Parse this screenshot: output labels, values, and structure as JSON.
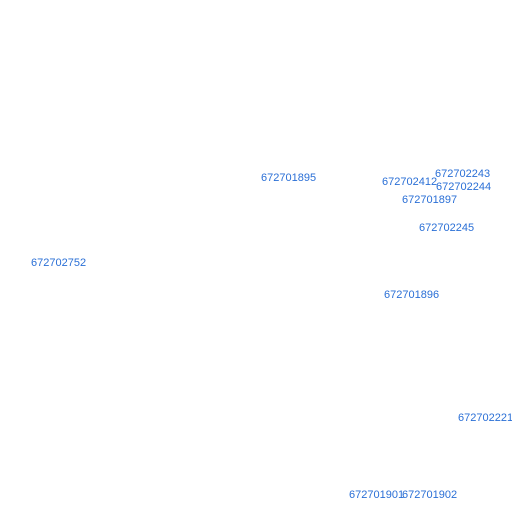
{
  "map": {
    "label_color": "#2a6fd6",
    "labels": [
      "672701895",
      "672702412",
      "672702243",
      "672702244",
      "672701897",
      "672702245",
      "672702752",
      "672701896",
      "672702221",
      "672701901",
      "672701902"
    ]
  }
}
